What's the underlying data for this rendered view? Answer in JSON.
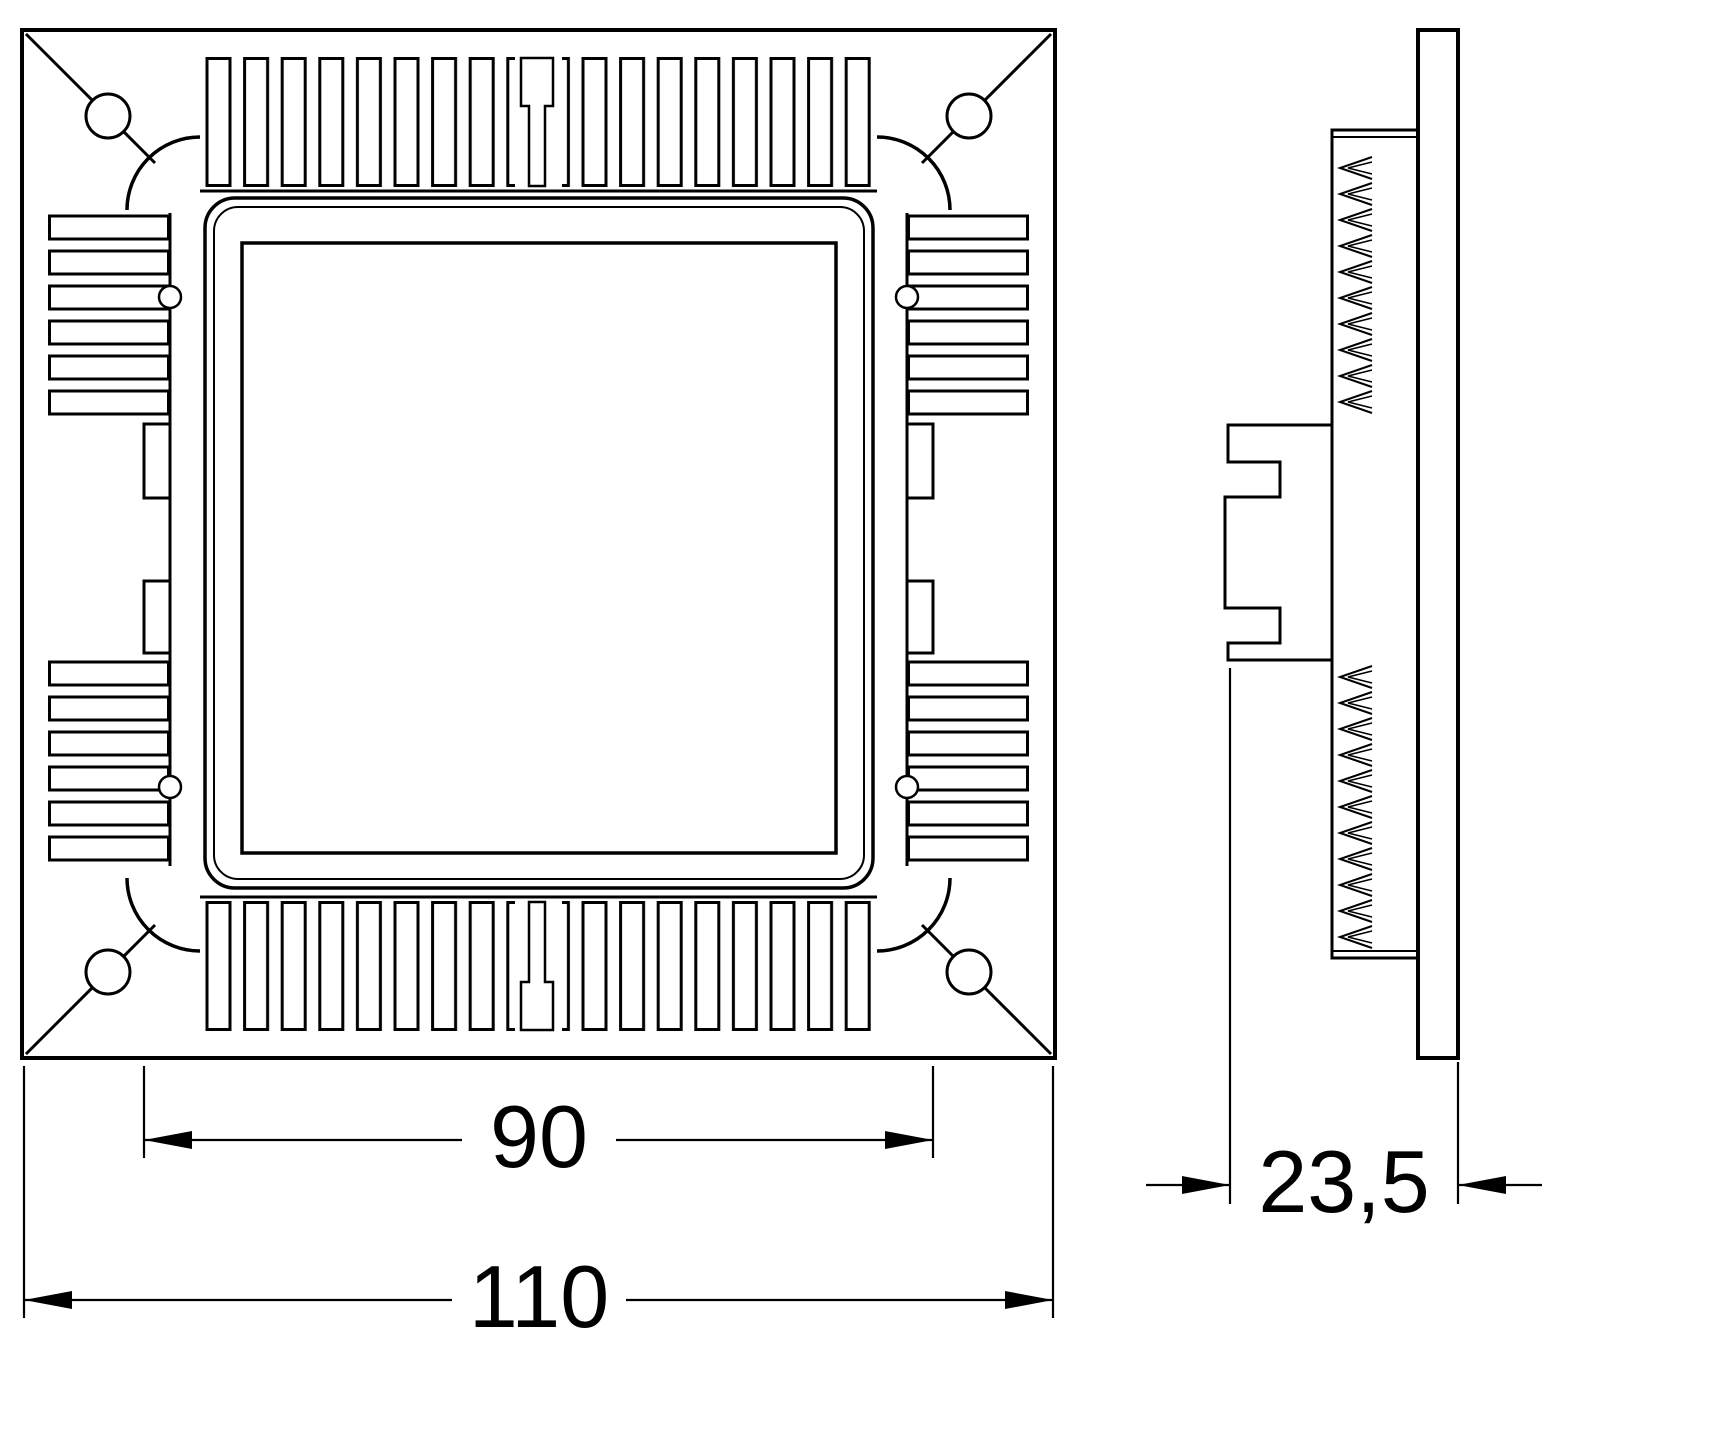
{
  "drawing": {
    "dimensions": {
      "cutout": "90",
      "overall": "110",
      "depth": "23,5"
    }
  }
}
